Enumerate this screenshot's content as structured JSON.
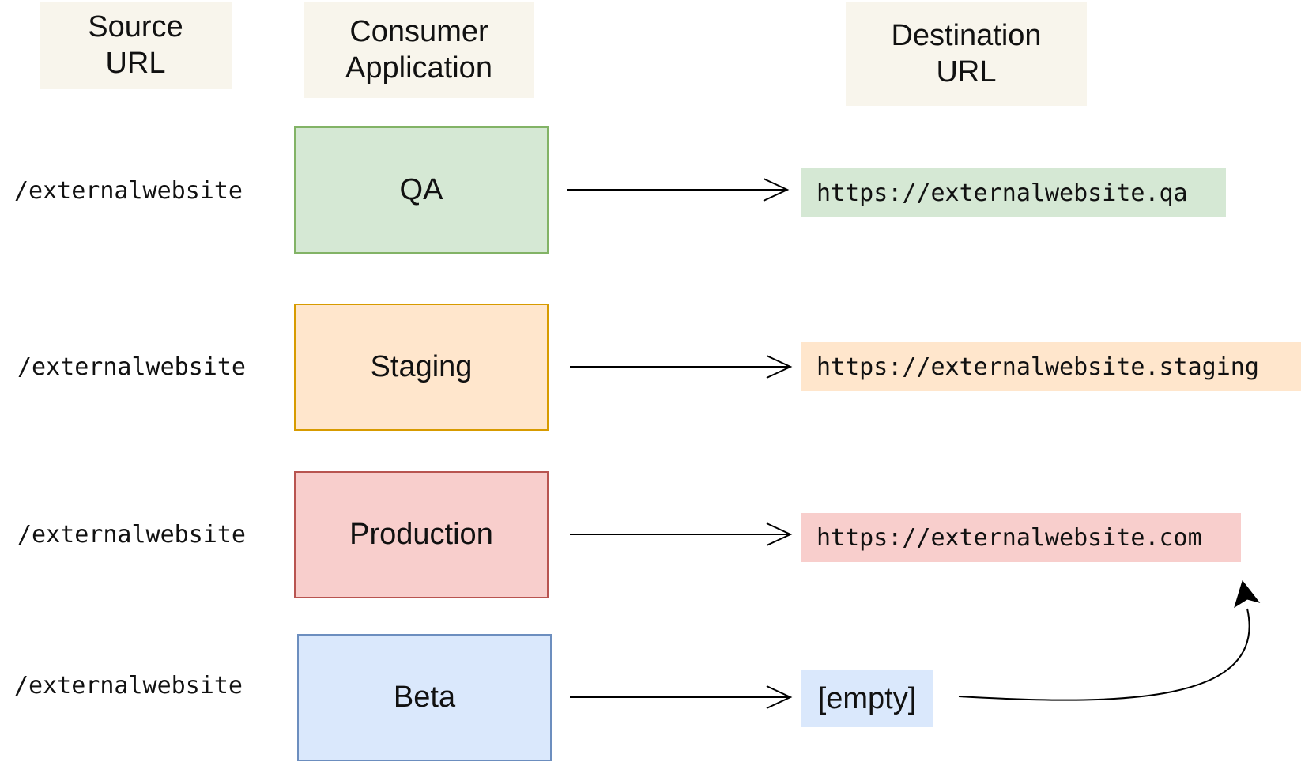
{
  "headers": {
    "source": "Source\nURL",
    "consumer": "Consumer\nApplication",
    "destination": "Destination\nURL"
  },
  "rows": [
    {
      "source": "/externalwebsite",
      "app": "QA",
      "destination": "https://externalwebsite.qa",
      "fill": "#d5e8d4",
      "border": "#82b366"
    },
    {
      "source": "/externalwebsite",
      "app": "Staging",
      "destination": "https://externalwebsite.staging",
      "fill": "#ffe6cc",
      "border": "#d79b00"
    },
    {
      "source": "/externalwebsite",
      "app": "Production",
      "destination": "https://externalwebsite.com",
      "fill": "#f8cecc",
      "border": "#b85450"
    },
    {
      "source": "/externalwebsite",
      "app": "Beta",
      "destination": "[empty]",
      "fill": "#dae8fc",
      "border": "#6c8ebf"
    }
  ],
  "colors": {
    "header_fill": "#f8f5ec",
    "arrow": "#000000"
  }
}
